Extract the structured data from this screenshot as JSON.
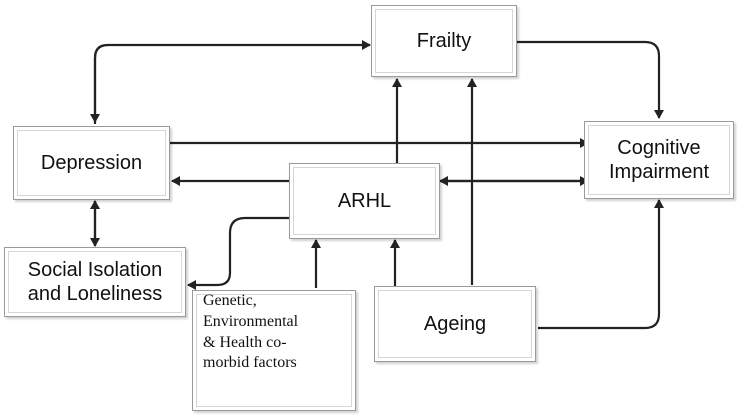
{
  "nodes": {
    "frailty": {
      "label": "Frailty"
    },
    "depression": {
      "label": "Depression"
    },
    "cognitive": {
      "line1": "Cognitive",
      "line2": "Impairment"
    },
    "arhl": {
      "label": "ARHL"
    },
    "social": {
      "line1": "Social Isolation",
      "line2": "and Loneliness"
    },
    "genetic": {
      "line1": "Genetic,",
      "line2": "Environmental",
      "line3": "& Health co-",
      "line4": "morbid factors"
    },
    "ageing": {
      "label": "Ageing"
    }
  },
  "colors": {
    "arrow": "#222222",
    "border": "#9a9a9a"
  }
}
